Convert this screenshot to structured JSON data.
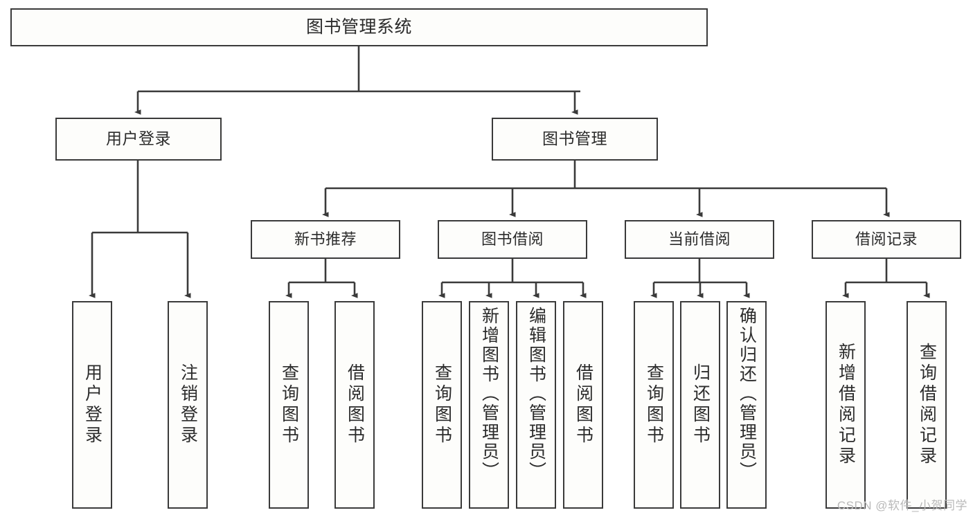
{
  "diagram": {
    "title": "图书管理系统",
    "type": "tree-hierarchy",
    "stroke_color": "#3a3a3a",
    "box_fill": "#fdfdfb",
    "text_color": "#2b2b2b",
    "background": "#ffffff",
    "root": {
      "label": "图书管理系统"
    },
    "level2": [
      {
        "label": "用户登录"
      },
      {
        "label": "图书管理"
      }
    ],
    "level3": [
      {
        "label": "新书推荐"
      },
      {
        "label": "图书借阅"
      },
      {
        "label": "当前借阅"
      },
      {
        "label": "借阅记录"
      }
    ],
    "leaves": {
      "user_login": [
        {
          "label": "用户登录"
        },
        {
          "label": "注销登录"
        }
      ],
      "new_book_recommend": [
        {
          "label": "查询图书"
        },
        {
          "label": "借阅图书"
        }
      ],
      "book_borrow": [
        {
          "label": "查询图书"
        },
        {
          "label": "新增图书（管理员）"
        },
        {
          "label": "编辑图书（管理员）"
        },
        {
          "label": "借阅图书"
        }
      ],
      "current_borrow": [
        {
          "label": "查询图书"
        },
        {
          "label": "归还图书"
        },
        {
          "label": "确认归还（管理员）"
        }
      ],
      "borrow_record": [
        {
          "label": "新增借阅记录"
        },
        {
          "label": "查询借阅记录"
        }
      ]
    }
  },
  "watermark": {
    "text": "CSDN @软件_小贺同学"
  }
}
